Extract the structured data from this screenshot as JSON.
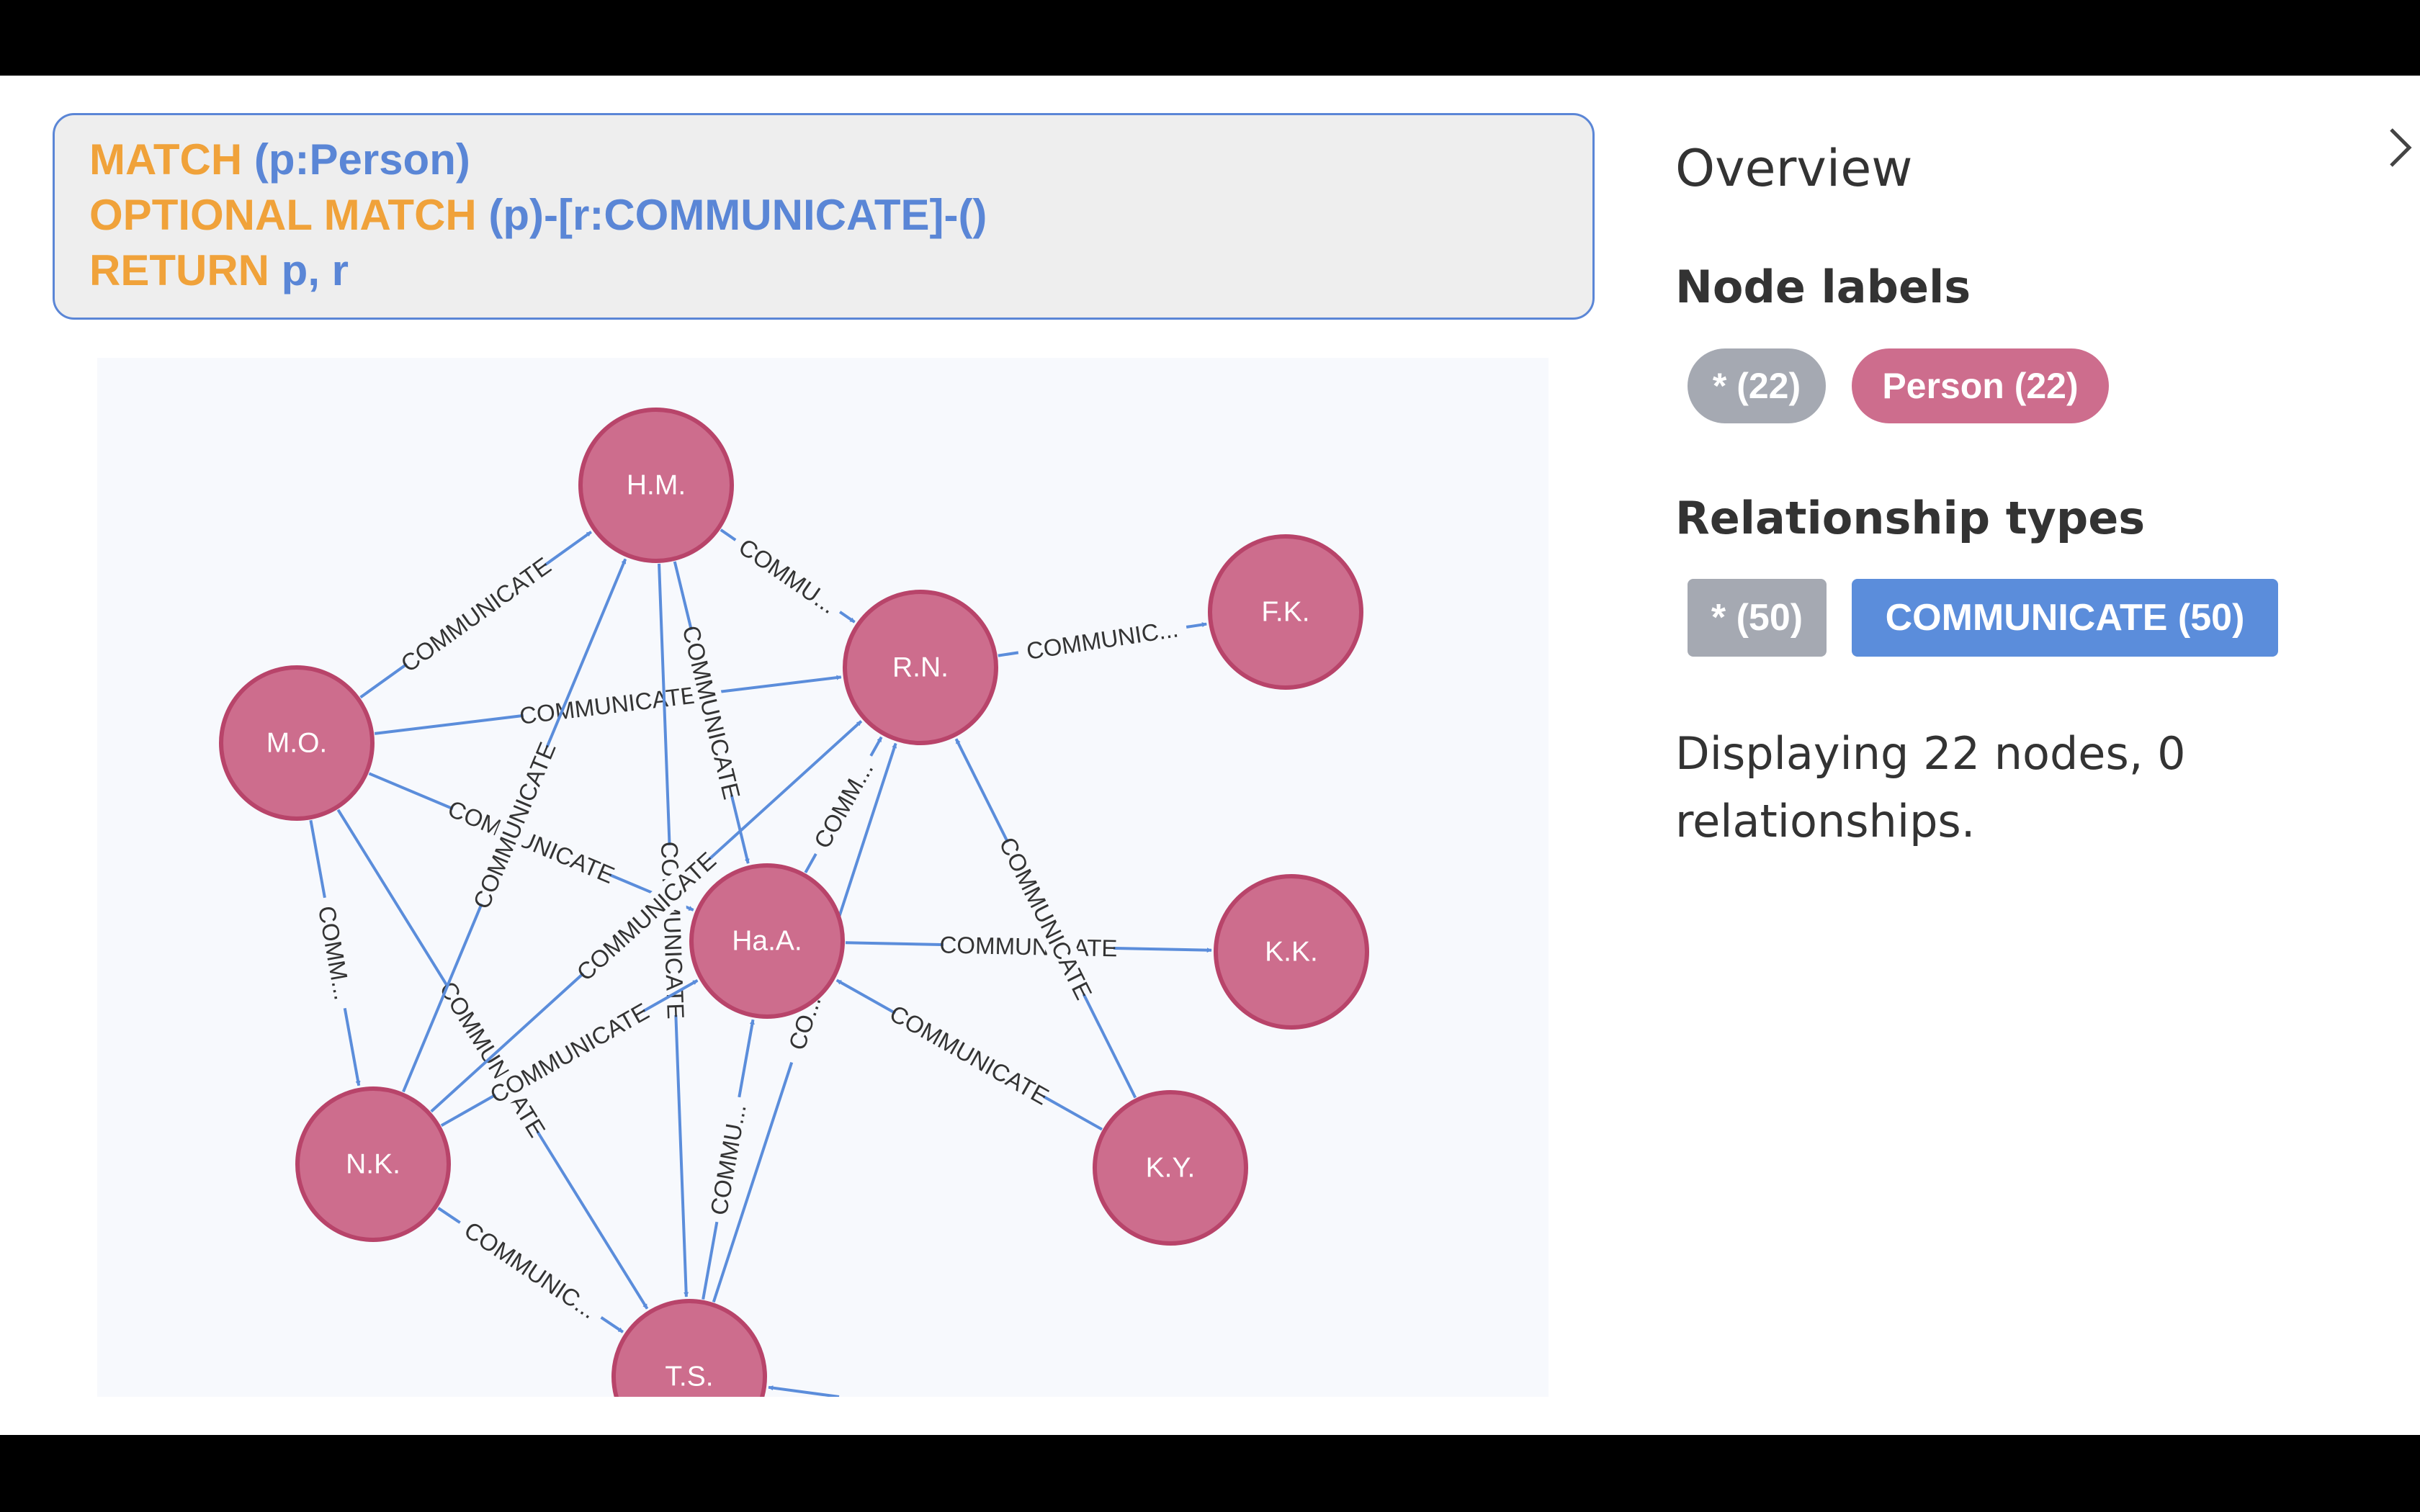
{
  "query": {
    "line1": {
      "keyword": "MATCH",
      "expr": " (p:Person)"
    },
    "line2": {
      "keyword": "OPTIONAL MATCH",
      "expr": " (p)-[r:COMMUNICATE]-()"
    },
    "line3": {
      "keyword": "RETURN",
      "expr": " p, r"
    }
  },
  "graph": {
    "nodes": [
      {
        "id": "HM",
        "label": "H.M."
      },
      {
        "id": "RN",
        "label": "R.N."
      },
      {
        "id": "FK",
        "label": "F.K."
      },
      {
        "id": "MO",
        "label": "M.O."
      },
      {
        "id": "HaA",
        "label": "Ha.A."
      },
      {
        "id": "KK",
        "label": "K.K."
      },
      {
        "id": "NK",
        "label": "N.K."
      },
      {
        "id": "KY",
        "label": "K.Y."
      },
      {
        "id": "TS",
        "label": "T.S."
      }
    ],
    "edges": [
      {
        "from": "MO",
        "to": "HM",
        "label": "COMMUNICATE"
      },
      {
        "from": "MO",
        "to": "RN",
        "label": "COMMUNICATE"
      },
      {
        "from": "MO",
        "to": "HaA",
        "label": "COMMUNICATE"
      },
      {
        "from": "MO",
        "to": "NK",
        "label": "COMM..."
      },
      {
        "from": "MO",
        "to": "TS",
        "label": "COMMUNICATE"
      },
      {
        "from": "HM",
        "to": "RN",
        "label": "COMMU..."
      },
      {
        "from": "HM",
        "to": "HaA",
        "label": "COMMUNICATE"
      },
      {
        "from": "HM",
        "to": "TS",
        "label": "COMMUNICATE"
      },
      {
        "from": "NK",
        "to": "HM",
        "label": "COMMUNICATE"
      },
      {
        "from": "NK",
        "to": "RN",
        "label": "COMMUNICATE"
      },
      {
        "from": "NK",
        "to": "HaA",
        "label": "COMMUNICATE"
      },
      {
        "from": "NK",
        "to": "TS",
        "label": "COMMUNIC..."
      },
      {
        "from": "RN",
        "to": "FK",
        "label": "COMMUNIC..."
      },
      {
        "from": "HaA",
        "to": "RN",
        "label": "COMM..."
      },
      {
        "from": "HaA",
        "to": "KK",
        "label": "COMMUNICATE"
      },
      {
        "from": "TS",
        "to": "HaA",
        "label": "COMMU..."
      },
      {
        "from": "TS",
        "to": "RN",
        "label": "CO..."
      },
      {
        "from": "KY",
        "to": "RN",
        "label": "COMMUNICATE"
      },
      {
        "from": "KY",
        "to": "HaA",
        "label": "COMMUNICATE"
      },
      {
        "from": "OFF",
        "to": "TS",
        "label": ""
      }
    ],
    "colors": {
      "node_fill": "#cd6d8d",
      "node_stroke": "#b8446a",
      "edge": "#5b8ddb"
    }
  },
  "sidebar": {
    "title": "Overview",
    "collapse_icon": "chevron-right-icon",
    "node_labels_heading": "Node labels",
    "node_labels": [
      {
        "text": "* (22)",
        "color": "#a5a9b2"
      },
      {
        "text": "Person (22)",
        "color": "#cd6d8d"
      }
    ],
    "relationship_types_heading": "Relationship types",
    "relationship_types": [
      {
        "text": "* (50)",
        "color": "#a5a9b2"
      },
      {
        "text": "COMMUNICATE (50)",
        "color": "#5b8ddb"
      }
    ],
    "status": "Displaying 22 nodes, 0 relationships."
  }
}
